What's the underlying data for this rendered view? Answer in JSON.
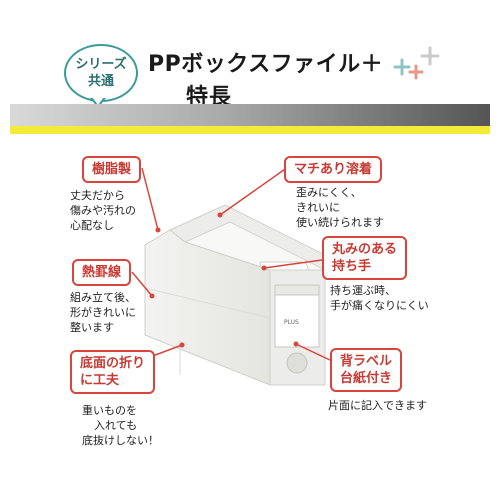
{
  "header": {
    "badge_line1": "シリーズ",
    "badge_line2": "共通",
    "title_line1": "PPボックスファイル＋",
    "title_line2": "特長"
  },
  "features": [
    {
      "label": "樹脂製",
      "desc": [
        "丈夫だから",
        "傷みや汚れの",
        "心配なし"
      ]
    },
    {
      "label": "熱罫線",
      "desc": [
        "組み立て後、",
        "形がきれいに",
        "整います"
      ]
    },
    {
      "label_line1": "底面の折り",
      "label_line2": "に工夫",
      "desc": [
        "重いものを",
        "入れても",
        "底抜けしない！"
      ]
    },
    {
      "label": "マチあり溶着",
      "desc": [
        "歪みにくく、",
        "きれいに",
        "使い続けられます"
      ]
    },
    {
      "label_line1": "丸みのある",
      "label_line2": "持ち手",
      "desc": [
        "持ち運ぶ時、",
        "手が痛くなりにくい"
      ]
    },
    {
      "label_line1": "背ラベル",
      "label_line2": "台紙付き",
      "desc": [
        "片面に記入できます"
      ]
    }
  ],
  "product": {
    "brand": "PLUS"
  },
  "colors": {
    "accent_red": "#d8453c",
    "badge_teal": "#3b9a9a",
    "yellow": "#f4ea3a"
  }
}
